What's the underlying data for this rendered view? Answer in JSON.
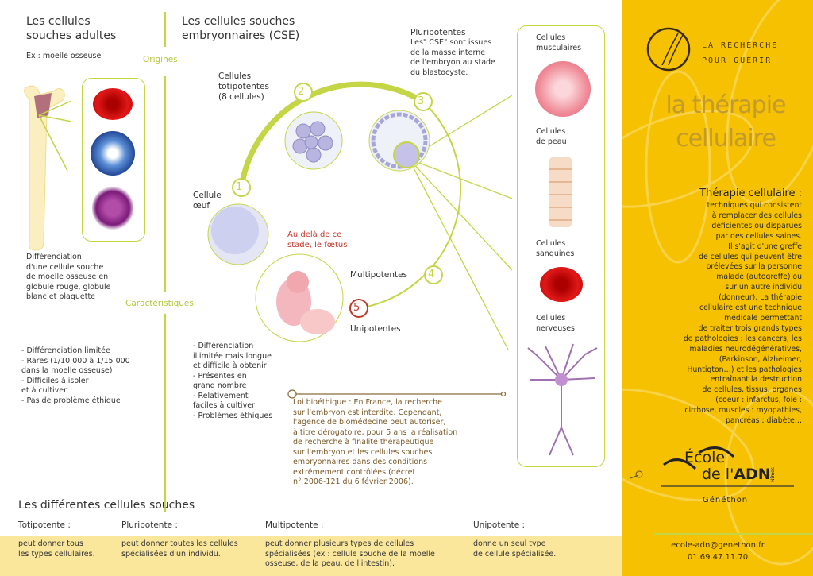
{
  "adult": {
    "title": "Les cellules\nsouches adultes",
    "example": "Ex : moelle osseuse",
    "differentiation": "Différenciation\nd'une cellule souche\nde moelle osseuse en\nglobule rouge, globule\nblanc et plaquette",
    "traits": "- Différenciation limitée\n- Rares (1/10 000 à 1/15 000\n  dans la moelle osseuse)\n- Difficiles à isoler\n  et à cultiver\n- Pas de problème éthique"
  },
  "labels": {
    "origins": "Origines",
    "characteristics": "Caractéristiques"
  },
  "cse": {
    "title": "Les cellules souches\nembryonnaires (CSE)",
    "totipotent": "Cellules\ntotipotentes\n(8 cellules)",
    "pluripotent_title": "Pluripotentes",
    "pluripotent_text": "Les\" CSE\" sont issues\nde la masse interne\nde l'embryon au stade\ndu blastocyste.",
    "egg": "Cellule\nœuf",
    "fetus": "Au delà de ce\nstade, le fœtus",
    "multipotent": "Multipotentes",
    "unipotent": "Unipotentes",
    "traits": "- Différenciation\n  illimitée mais longue\n  et difficile à obtenir\n- Présentes en\n  grand nombre\n- Relativement\n  faciles à cultiver\n- Problèmes éthiques",
    "steps": [
      "1",
      "2",
      "3",
      "4",
      "5"
    ]
  },
  "law": "Loi bioéthique : En France, la recherche\nsur l'embryon est interdite. Cependant,\nl'agence de biomédecine peut autoriser,\nà titre dérogatoire, pour 5 ans la réalisation\nde recherche à finalité thérapeutique\nsur l'embryon et les cellules souches\nembryonnaires dans des conditions\nextrêmement contrôlées (décret\nn° 2006-121 du 6 février 2006).",
  "cells": {
    "muscle": "Cellules\nmusculaires",
    "skin": "Cellules\nde peau",
    "blood": "Cellules\nsanguines",
    "nerve": "Cellules\nnerveuses"
  },
  "types": {
    "title": "Les différentes cellules souches",
    "items": [
      {
        "name": "Totipotente :",
        "desc": "peut donner tous\nles types cellulaires."
      },
      {
        "name": "Pluripotente :",
        "desc": "peut donner toutes les cellules\nspécialisées d'un individu."
      },
      {
        "name": "Multipotente :",
        "desc": "peut donner plusieurs types de cellules\nspécialisées (ex : cellule souche de la moelle\nosseuse, de la peau, de l'intestin)."
      },
      {
        "name": "Unipotente :",
        "desc": "donne un seul type\nde cellule spécialisée."
      }
    ]
  },
  "side": {
    "tagline": "LA RECHERCHE\nPOUR GUÉRIR",
    "big_title": "la thérapie\ncellulaire",
    "heading": "Thérapie cellulaire :",
    "body": "techniques qui consistent\nà remplacer des cellules\ndéficientes ou disparues\npar des cellules saines.\nIl s'agit d'une greffe\nde cellules qui peuvent être\nprélevées sur la personne\nmalade (autogreffe) ou\nsur un autre individu\n(donneur). La thérapie\ncellulaire est une technique\nmédicale permettant\nde traiter trois grands types\nde pathologies : les cancers, les\nmaladies neurodégénératives,\n(Parkinson, Alzheimer,\nHuntigton…) et les pathologies\nentraînant la destruction\nde cellules, tissus, organes\n(coeur : infarctus, foie :\ncirrhose, muscles : myopathies,\npancréas : diabète…",
    "logo_line1": "École",
    "logo_line2": "de l'",
    "logo_adn": "ADN",
    "logo_city": "Nîmes",
    "org": "Généthon",
    "email": "ecole-adn@genethon.fr",
    "phone": "01.69.47.11.70"
  },
  "colors": {
    "green": "#c4d545",
    "yellow": "#f6c100",
    "band": "#fbe79c",
    "red": "#c0392b"
  }
}
